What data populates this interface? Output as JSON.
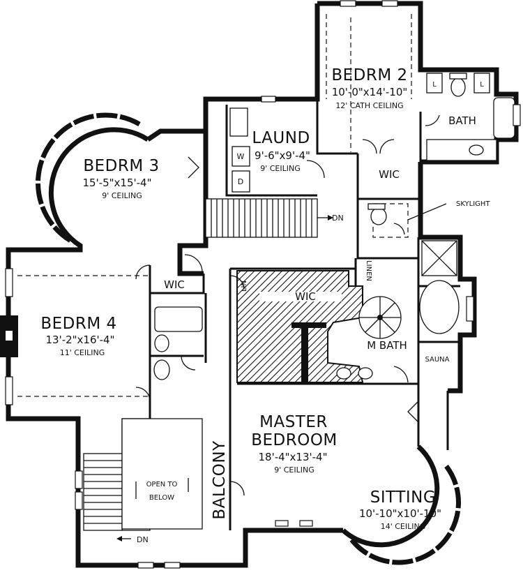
{
  "rooms": {
    "bedrm2": {
      "name": "BEDRM 2",
      "size": "10'-0\"x14'-10\"",
      "ceiling": "12' CATH CEILING"
    },
    "bedrm3": {
      "name": "BEDRM 3",
      "size": "15'-5\"x15'-4\"",
      "ceiling": "9' CEILING"
    },
    "bedrm4": {
      "name": "BEDRM 4",
      "size": "13'-2\"x16'-4\"",
      "ceiling": "11' CEILING"
    },
    "laund": {
      "name": "LAUND",
      "size": "9'-6\"x9'-4\"",
      "ceiling": "9' CEILING"
    },
    "master": {
      "name_line1": "MASTER",
      "name_line2": "BEDROOM",
      "size": "18'-4\"x13'-4\"",
      "ceiling": "9' CEILING"
    },
    "sitting": {
      "name": "SITTING",
      "size": "10'-10\"x10'-10\"",
      "ceiling": "14' CEILING"
    },
    "bath": {
      "name": "BATH"
    },
    "mbath": {
      "name": "M BATH"
    },
    "sauna": {
      "name": "SAUNA"
    },
    "balcony": {
      "name": "BALCONY"
    },
    "linen": {
      "name": "LINEN"
    },
    "lin": {
      "name": "LIN"
    }
  },
  "labels": {
    "wic": "WIC",
    "dn": "DN",
    "skylight": "SKYLIGHT",
    "open_to_line1": "OPEN TO",
    "open_to_line2": "BELOW",
    "washer": "W",
    "dryer": "D",
    "toilet_l": "L"
  }
}
